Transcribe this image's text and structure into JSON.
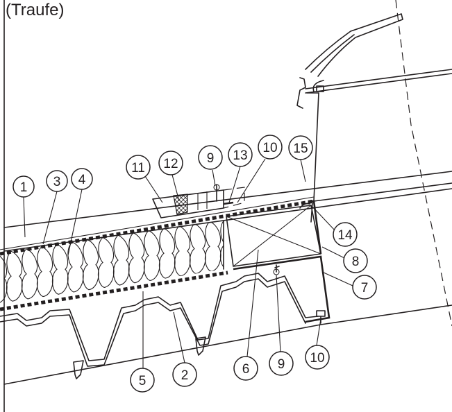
{
  "title": "(Traufe)",
  "callouts": [
    {
      "id": "c1",
      "label": "1"
    },
    {
      "id": "c3",
      "label": "3"
    },
    {
      "id": "c4",
      "label": "4"
    },
    {
      "id": "c11",
      "label": "11"
    },
    {
      "id": "c12",
      "label": "12"
    },
    {
      "id": "c9a",
      "label": "9"
    },
    {
      "id": "c13",
      "label": "13"
    },
    {
      "id": "c10a",
      "label": "10"
    },
    {
      "id": "c15",
      "label": "15"
    },
    {
      "id": "c14",
      "label": "14"
    },
    {
      "id": "c8",
      "label": "8"
    },
    {
      "id": "c7",
      "label": "7"
    },
    {
      "id": "c6",
      "label": "6"
    },
    {
      "id": "c9b",
      "label": "9"
    },
    {
      "id": "c10b",
      "label": "10"
    },
    {
      "id": "c5",
      "label": "5"
    },
    {
      "id": "c2",
      "label": "2"
    }
  ]
}
